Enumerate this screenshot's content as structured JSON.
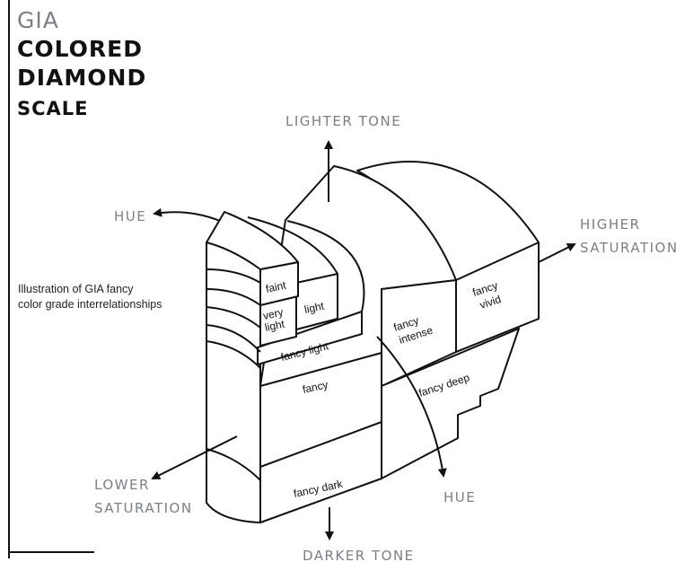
{
  "title": {
    "line1": "GIA",
    "line2": "COLORED",
    "line3": "DIAMOND",
    "line4": "SCALE"
  },
  "caption": {
    "line1": "Illustration of GIA fancy",
    "line2": "color grade interrelationships"
  },
  "directions": {
    "lighter_tone": "LIGHTER TONE",
    "darker_tone": "DARKER TONE",
    "higher_saturation_1": "HIGHER",
    "higher_saturation_2": "SATURATION",
    "lower_saturation_1": "LOWER",
    "lower_saturation_2": "SATURATION",
    "hue_top": "HUE",
    "hue_bottom": "HUE"
  },
  "grades": {
    "faint": "faint",
    "very_light_1": "very",
    "very_light_2": "light",
    "light": "light",
    "fancy_light": "fancy light",
    "fancy": "fancy",
    "fancy_intense_1": "fancy",
    "fancy_intense_2": "intense",
    "fancy_vivid_1": "fancy",
    "fancy_vivid_2": "vivid",
    "fancy_deep": "fancy deep",
    "fancy_dark": "fancy dark"
  },
  "colors": {
    "label_gray": "#7a8088",
    "ink": "#111111"
  }
}
